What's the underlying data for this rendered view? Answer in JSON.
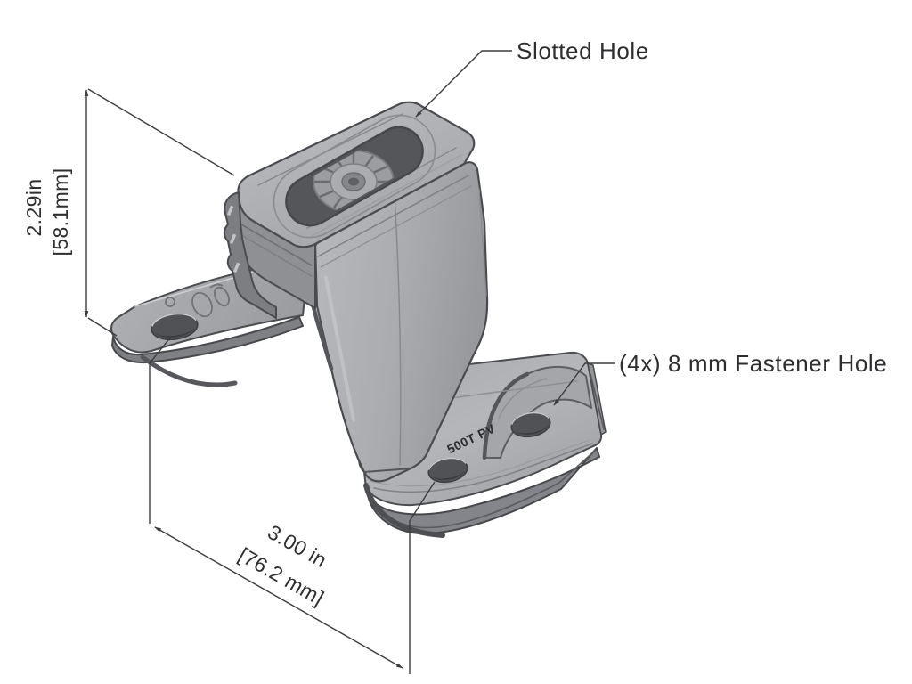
{
  "diagram": {
    "type": "isometric-technical-illustration",
    "subject": "corrugated-roof metal mounting bracket",
    "callouts": {
      "slotted_hole": "Slotted Hole",
      "fastener_hole": "(4x) 8 mm Fastener Hole"
    },
    "dimensions": {
      "height": {
        "in": "2.29in",
        "mm": "[58.1mm]"
      },
      "spacing": {
        "in": "3.00 in",
        "mm": "[76.2 mm]"
      }
    },
    "stamp": "500T PV",
    "colors": {
      "background": "#ffffff",
      "metal_light": "#b5b7ba",
      "metal_mid": "#a2a4a7",
      "metal_dark": "#8e9093",
      "metal_edge": "#55565a",
      "outline": "#3e3f41",
      "annotation": "#3c3c3e",
      "text": "#2e2e30"
    }
  }
}
